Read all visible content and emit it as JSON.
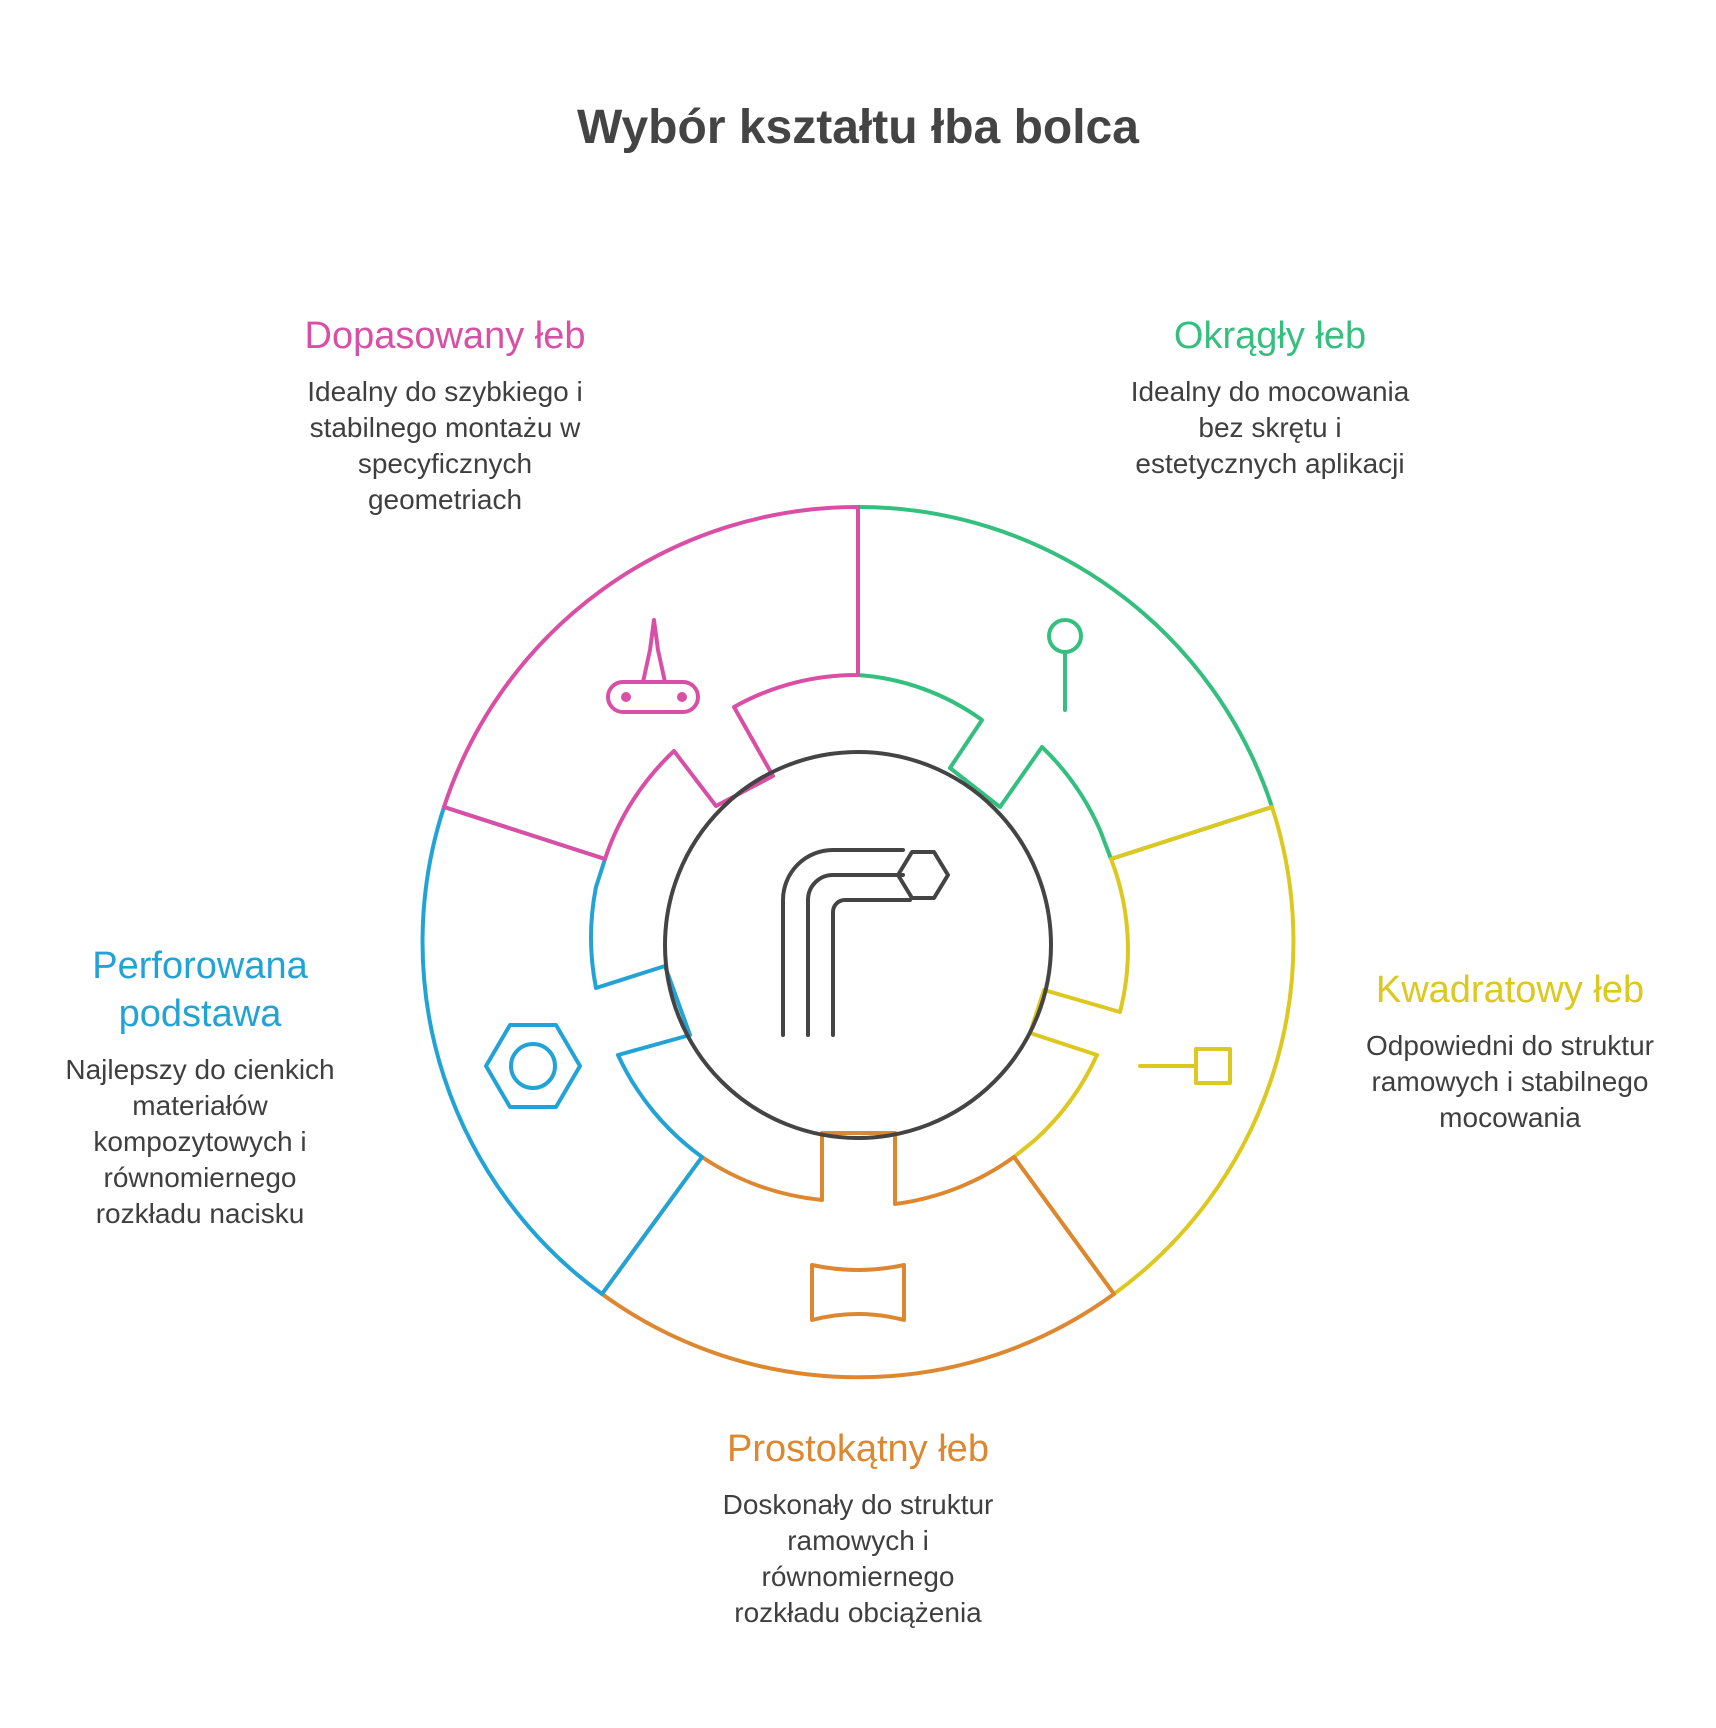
{
  "title": "Wybór kształtu łba bolca",
  "colors": {
    "pink": "#d94fa6",
    "green": "#34bf7f",
    "yellow": "#dcc81e",
    "orange": "#dd8830",
    "blue": "#22a3d6",
    "dark": "#444444"
  },
  "segments": [
    {
      "key": "dopasowany",
      "heading": "Dopasowany łeb",
      "text": "Idealny do szybkiego i\nstabilnego montażu w\nspecyficznych\ngeometriach",
      "color": "#d94fa6",
      "icon": "pin-on-plate-icon"
    },
    {
      "key": "okragly",
      "heading": "Okrągły łeb",
      "text": "Idealny do mocowania\nbez skrętu i\nestetycznych aplikacji",
      "color": "#34bf7f",
      "icon": "round-head-pin-icon"
    },
    {
      "key": "kwadratowy",
      "heading": "Kwadratowy łeb",
      "text": "Odpowiedni do struktur\nramowych i stabilnego\nmocowania",
      "color": "#dcc81e",
      "icon": "square-head-pin-icon"
    },
    {
      "key": "prostokatny",
      "heading": "Prostokątny łeb",
      "text": "Doskonały do struktur\nramowych i\nrównomiernego\nrozkładu obciążenia",
      "color": "#dd8830",
      "icon": "rectangular-head-icon"
    },
    {
      "key": "perforowana",
      "heading": "Perforowana\npodstawa",
      "text": "Najlepszy do cienkich\nmateriałów\nkompozytowych i\nrównomiernego\nrozkładu nacisku",
      "color": "#22a3d6",
      "icon": "hex-nut-icon"
    }
  ],
  "center_icon": "hex-key-icon"
}
